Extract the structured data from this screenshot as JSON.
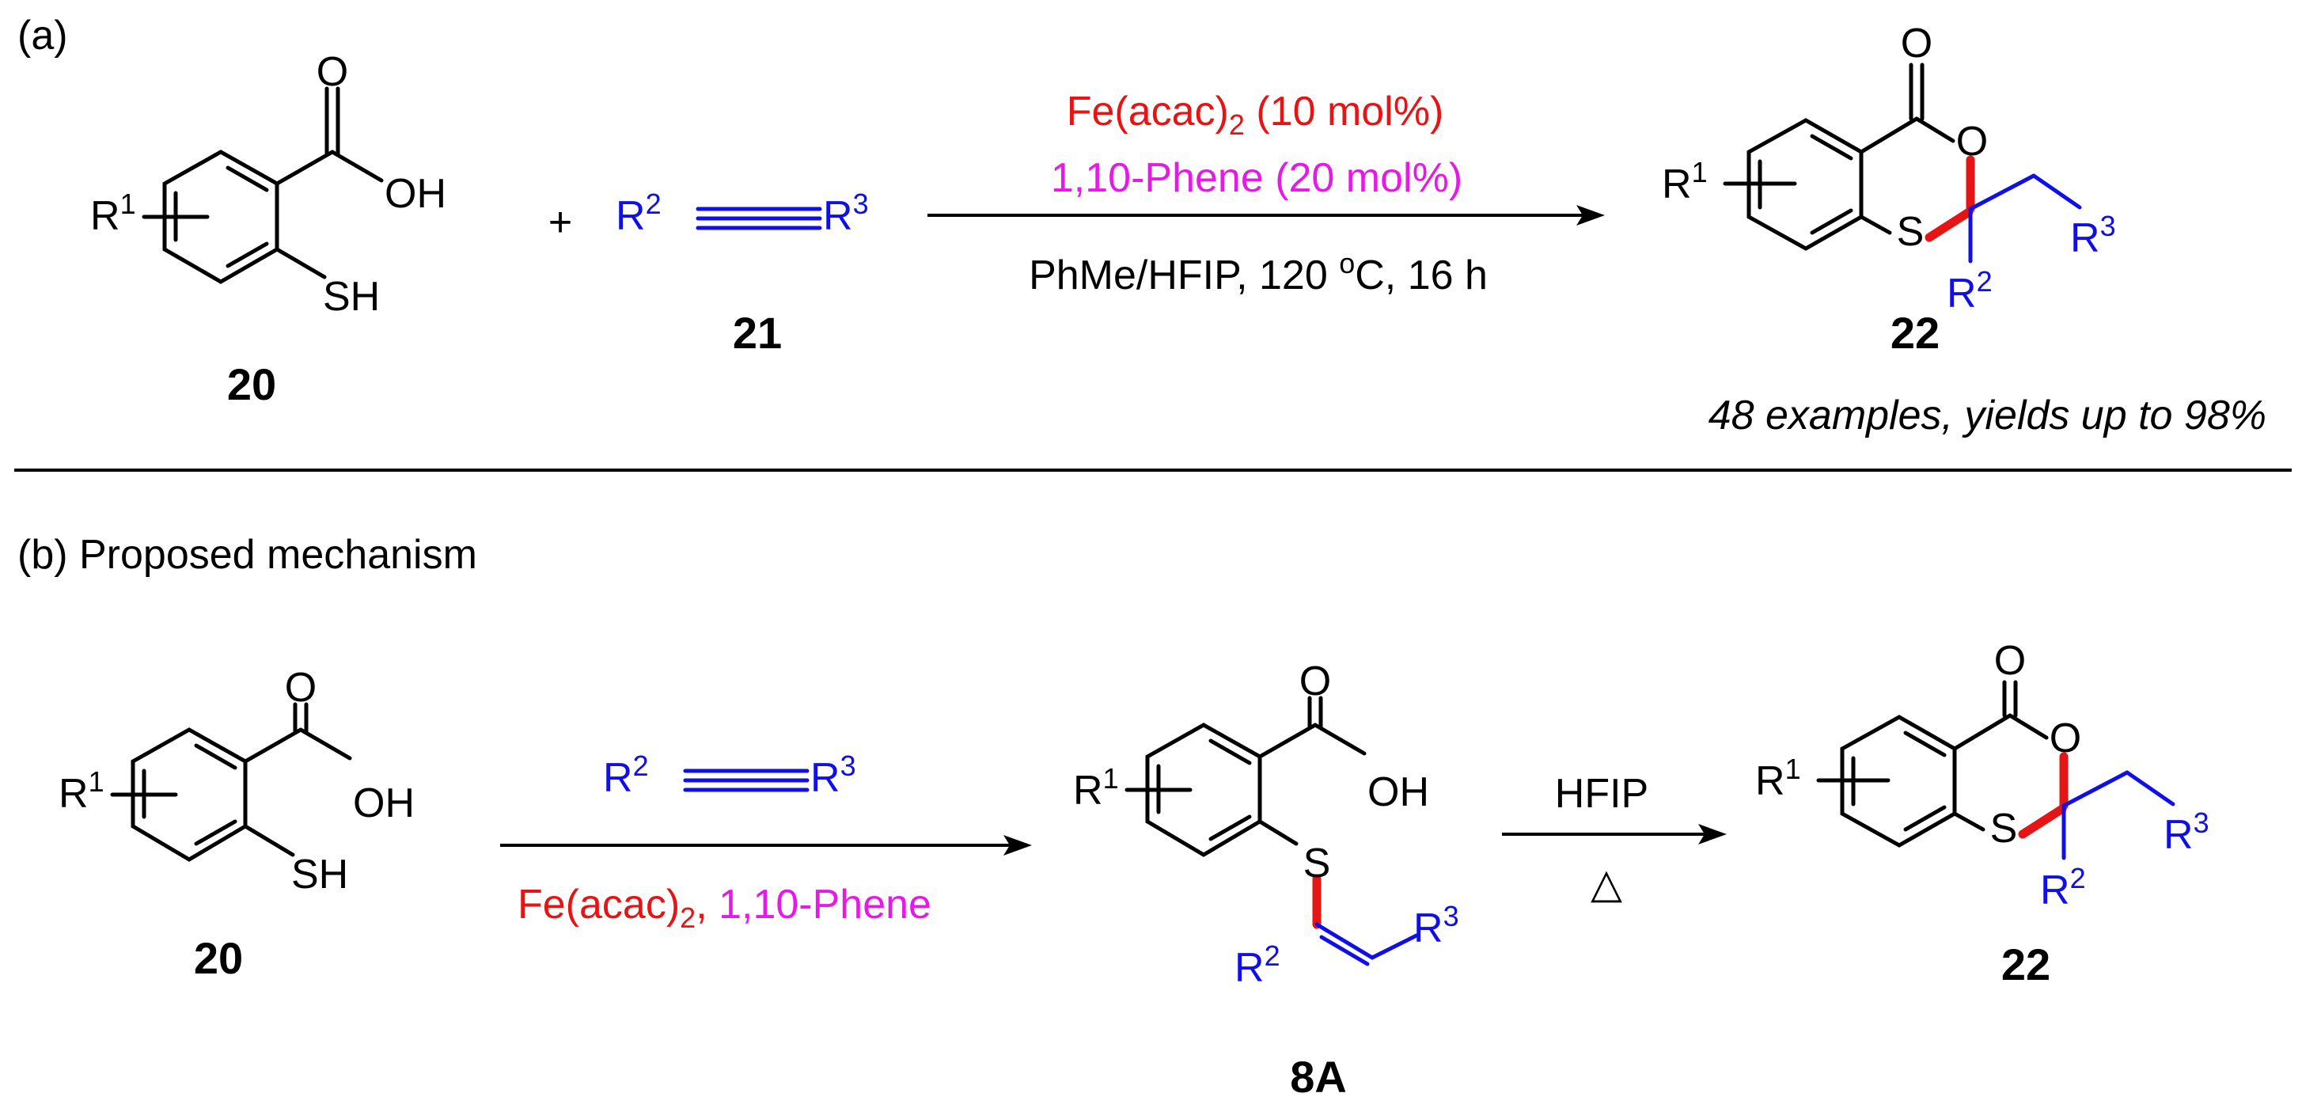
{
  "panel_a": {
    "label": "(a)",
    "compound_20": "20",
    "compound_21": "21",
    "compound_22": "22",
    "plus": "+",
    "reagents": {
      "catalyst": "Fe(acac)",
      "catalyst_sub": "2",
      "catalyst_loading": " (10 mol%)",
      "ligand": "1,10-Phene (20 mol%)",
      "conditions_prefix": "PhMe/HFIP, 120 ",
      "degree": "o",
      "conditions_suffix": "C, 16 h"
    },
    "scope_note": "48 examples, yields up to 98%"
  },
  "panel_b": {
    "label": "(b) Proposed mechanism",
    "compound_20": "20",
    "compound_8A": "8A",
    "compound_22": "22",
    "reagents_step1": {
      "catalyst": "Fe(acac)",
      "catalyst_sub": "2",
      "comma": ",",
      "ligand": " 1,10-Phene"
    },
    "reagents_step2": {
      "solvent": "HFIP",
      "heat": "△"
    }
  },
  "atoms": {
    "O": "O",
    "OH": "OH",
    "SH": "SH",
    "S": "S",
    "R": "R",
    "sup1": "1",
    "sup2": "2",
    "sup3": "3"
  },
  "colors": {
    "alkyne": "#1010e6",
    "new_bond": "#e61414",
    "iron_catalyst": "#e61414",
    "ligand": "#e619e6"
  }
}
